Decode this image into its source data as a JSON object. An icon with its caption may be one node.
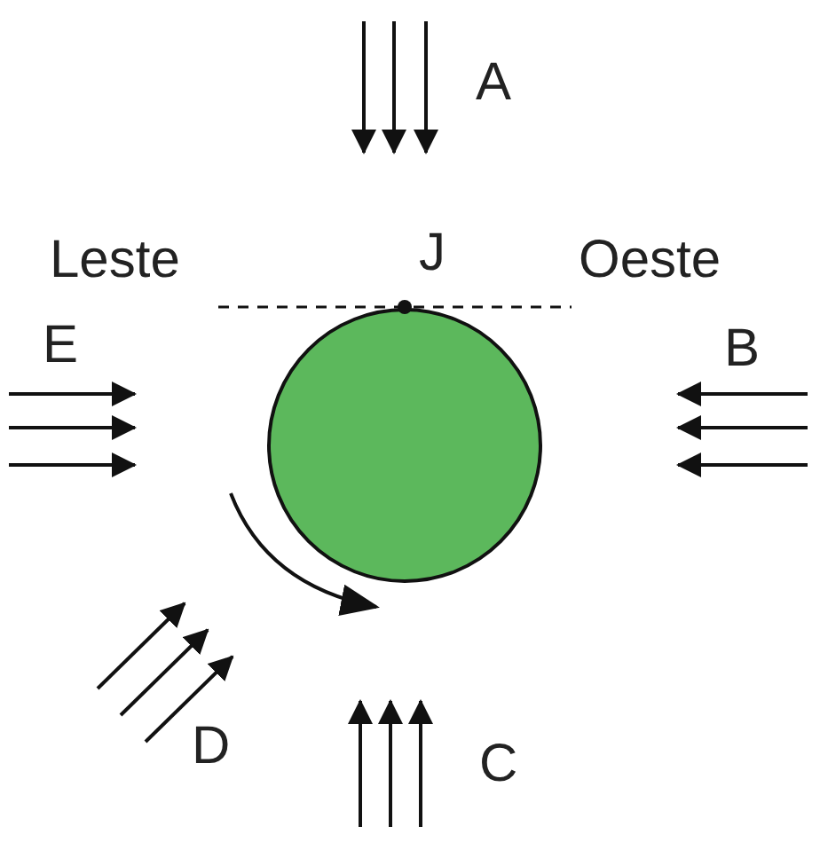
{
  "diagram": {
    "nodes": [
      {
        "text": [],
        "shape": "circle"
      }
    ],
    "labels": [
      "A",
      "Leste",
      "J",
      "Oeste",
      "E",
      "B",
      "D",
      "C"
    ]
  }
}
